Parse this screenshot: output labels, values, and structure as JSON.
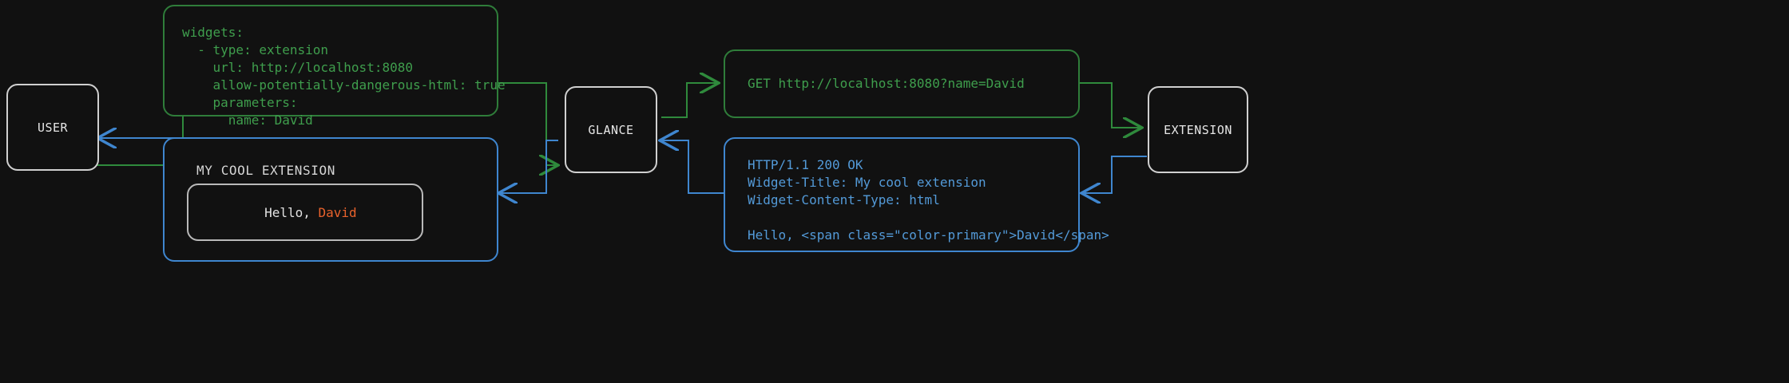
{
  "theme": {
    "background": "#111111",
    "node_border": "#d0d0d0",
    "node_text": "#e6e6e6",
    "request_green": "#3f9e4d",
    "request_green_border": "#2f7d3a",
    "response_blue": "#539ad8",
    "response_blue_border": "#3f86cf",
    "accent_orange": "#e8622c",
    "widget_inner_border": "#b9b9b9"
  },
  "nodes": [
    {
      "id": "user",
      "label": "USER"
    },
    {
      "id": "glance",
      "label": "GLANCE"
    },
    {
      "id": "extension",
      "label": "EXTENSION"
    }
  ],
  "panels": {
    "config": {
      "kind": "request",
      "lines": [
        "widgets:",
        "  - type: extension",
        "    url: http://localhost:8080",
        "    allow-potentially-dangerous-html: true",
        "    parameters:",
        "      name: David"
      ]
    },
    "request": {
      "kind": "request",
      "lines": [
        "GET http://localhost:8080?name=David"
      ]
    },
    "response": {
      "kind": "response",
      "lines": [
        "HTTP/1.1 200 OK",
        "Widget-Title: My cool extension",
        "Widget-Content-Type: html",
        "",
        "Hello, <span class=\"color-primary\">David</span>"
      ]
    },
    "rendered_widget": {
      "kind": "response",
      "title": "MY COOL EXTENSION",
      "body_prefix": "Hello, ",
      "body_accent": "David"
    }
  },
  "connectors": [
    {
      "id": "user-to-config",
      "color": "request",
      "from": "user",
      "to": "config"
    },
    {
      "id": "config-to-glance",
      "color": "request",
      "from": "config",
      "to": "glance"
    },
    {
      "id": "glance-to-request",
      "color": "request",
      "from": "glance",
      "to": "request"
    },
    {
      "id": "request-to-extension",
      "color": "request",
      "from": "request",
      "to": "extension"
    },
    {
      "id": "extension-to-response",
      "color": "response",
      "from": "extension",
      "to": "response"
    },
    {
      "id": "response-to-glance",
      "color": "response",
      "from": "response",
      "to": "glance"
    },
    {
      "id": "glance-to-widget",
      "color": "response",
      "from": "glance",
      "to": "rendered_widget"
    },
    {
      "id": "widget-to-user",
      "color": "response",
      "from": "rendered_widget",
      "to": "user"
    }
  ]
}
